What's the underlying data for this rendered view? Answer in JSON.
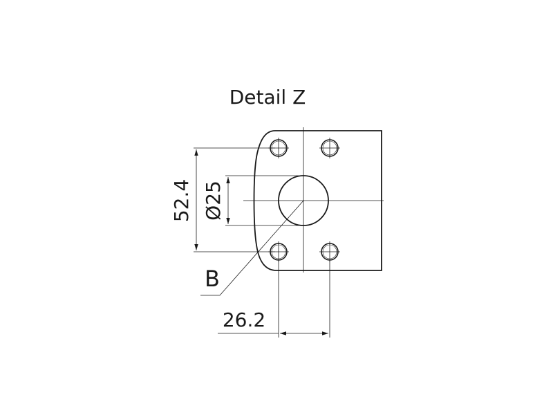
{
  "title": "Detail Z",
  "dimensions": {
    "bolt_vertical_spacing": "52.4",
    "bore_diameter": "Ø25",
    "bolt_horizontal_spacing": "26.2"
  },
  "labels": {
    "leader_label": "B"
  },
  "colors": {
    "line": "#1a1a1a",
    "background": "#ffffff"
  }
}
